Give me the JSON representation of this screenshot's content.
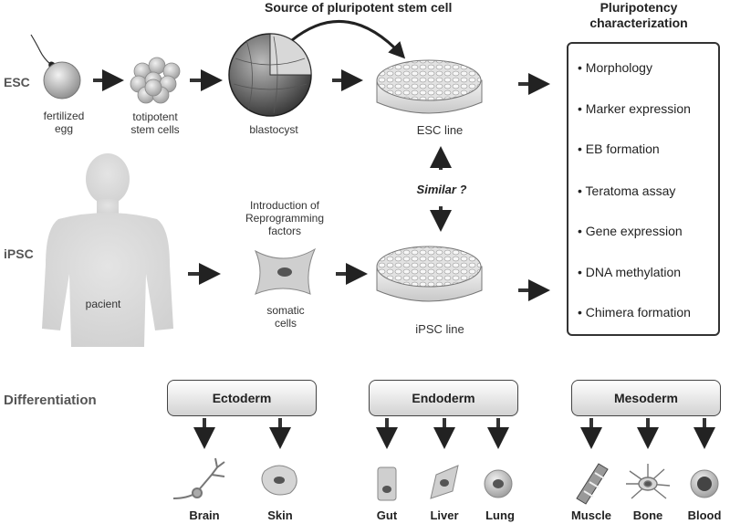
{
  "title": "Source of pluripotent stem cell",
  "characterization_title": "Pluripotency characterization",
  "rows": {
    "esc": "ESC",
    "ipsc": "iPSC",
    "differentiation": "Differentiation"
  },
  "labels": {
    "fertilized_egg": "fertilized egg",
    "totipotent": "totipotent stem cells",
    "blastocyst": "blastocyst",
    "esc_line": "ESC line",
    "similar": "Similar ?",
    "reprogramming": "Introduction of Reprogramming factors",
    "somatic": "somatic cells",
    "ipsc_line": "iPSC line",
    "patient": "pacient"
  },
  "characterization": [
    "Morphology",
    "Marker expression",
    "EB formation",
    "Teratoma assay",
    "Gene expression",
    "DNA methylation",
    "Chimera formation"
  ],
  "germ_layers": [
    {
      "name": "Ectoderm",
      "tissues": [
        "Brain",
        "Skin"
      ]
    },
    {
      "name": "Endoderm",
      "tissues": [
        "Gut",
        "Liver",
        "Lung"
      ]
    },
    {
      "name": "Mesoderm",
      "tissues": [
        "Muscle",
        "Bone",
        "Blood"
      ]
    }
  ]
}
